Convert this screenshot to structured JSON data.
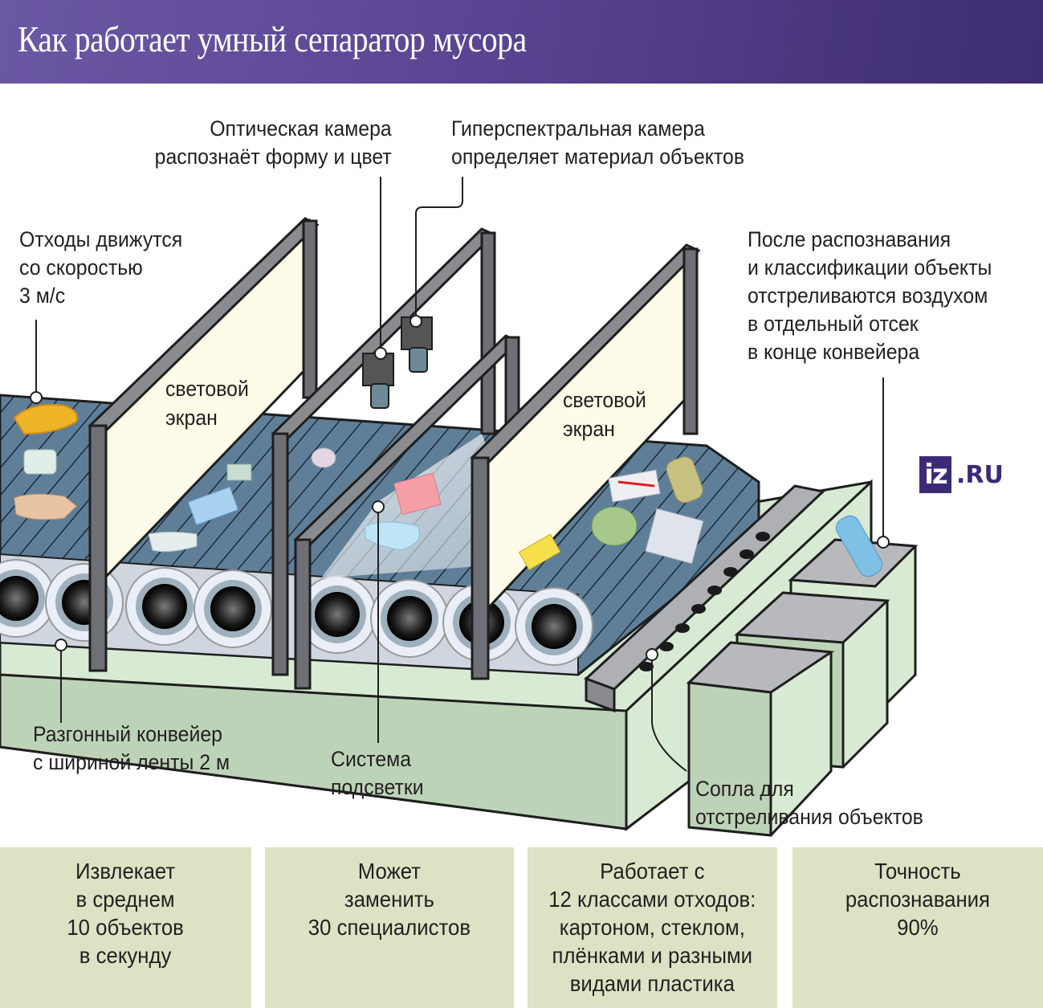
{
  "header": {
    "title": "Как работает умный сепаратор мусора",
    "background_color": "#5a4592"
  },
  "labels": {
    "optical_camera": "Оптическая камера\nраспознаёт форму и цвет",
    "hyperspectral_camera": "Гиперспектральная камера\nопределяет материал объектов",
    "waste_speed": "Отходы движутся\nсо скоростью\n3 м/с",
    "after_recognition": "После распознавания\nи классификации объекты\nотстреливаются воздухом\nв отдельный отсек\nв конце конвейера",
    "light_screen_1": "световой\nэкран",
    "light_screen_2": "световой\nэкран",
    "accelerating_conveyor": "Разгонный конвейер\nс шириной ленты 2 м",
    "lighting_system": "Система\nподсветки",
    "air_nozzles": "Сопла для\nотстреливания объектов"
  },
  "logo": {
    "mark": "iz",
    "suffix": ".RU",
    "color": "#3c2a76"
  },
  "facts": [
    {
      "text": "Извлекает\nв среднем\n10 объектов\nв секунду"
    },
    {
      "text": "Может\nзаменить\n30 специалистов"
    },
    {
      "text": "Работает с\n12 классами отходов:\nкартоном, стеклом,\nплёнками и разными\nвидами пластика"
    },
    {
      "text": "Точность\nраспознавания\n90%"
    }
  ],
  "colors": {
    "belt": "#5f7f99",
    "platform": "#bdd3b8",
    "platform_top": "#d8ead3",
    "screen": "#fefce8",
    "frame": "#7b7c80",
    "fact_box": "#dce3c4"
  }
}
